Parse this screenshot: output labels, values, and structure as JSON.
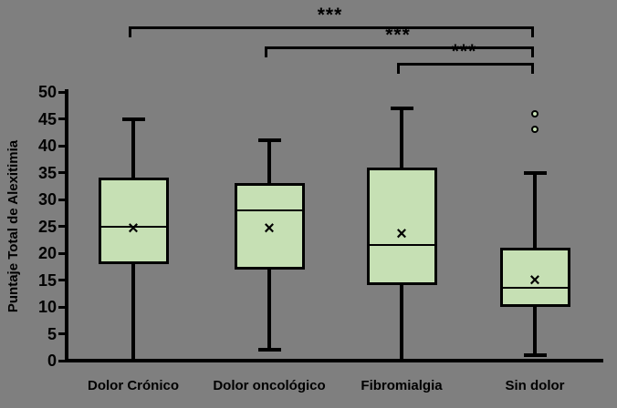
{
  "background_color": "#7f7f7f",
  "box_fill_color": "#c6e0b4",
  "line_color": "#000000",
  "chart_data": {
    "type": "box",
    "title": "",
    "xlabel": "",
    "ylabel": "Puntaje Total de Alexitimia",
    "ylim": [
      0,
      50
    ],
    "yticks": [
      0,
      5,
      10,
      15,
      20,
      25,
      30,
      35,
      40,
      45,
      50
    ],
    "grid": false,
    "legend": false,
    "mean_marker": "×",
    "categories": [
      "Dolor Crónico",
      "Dolor oncológico",
      "Fibromialgia",
      "Sin dolor"
    ],
    "boxes": [
      {
        "label": "Dolor Crónico",
        "whisker_low": 0,
        "q1": 18,
        "median": 25,
        "q3": 34,
        "whisker_high": 45,
        "mean": 24.5,
        "outliers": []
      },
      {
        "label": "Dolor oncológico",
        "whisker_low": 2,
        "q1": 17,
        "median": 28,
        "q3": 33,
        "whisker_high": 41,
        "mean": 24.5,
        "outliers": []
      },
      {
        "label": "Fibromialgia",
        "whisker_low": 0,
        "q1": 14,
        "median": 21.5,
        "q3": 36,
        "whisker_high": 47,
        "mean": 23.5,
        "outliers": []
      },
      {
        "label": "Sin dolor",
        "whisker_low": 1,
        "q1": 10,
        "median": 13.5,
        "q3": 21,
        "whisker_high": 35,
        "mean": 15,
        "outliers": [
          43,
          46
        ]
      }
    ],
    "significance_brackets": [
      {
        "from": "Dolor Crónico",
        "to": "Sin dolor",
        "from_index": 0,
        "to_index": 3,
        "label": "***"
      },
      {
        "from": "Dolor oncológico",
        "to": "Sin dolor",
        "from_index": 1,
        "to_index": 3,
        "label": "***"
      },
      {
        "from": "Fibromialgia",
        "to": "Sin dolor",
        "from_index": 2,
        "to_index": 3,
        "label": "***"
      }
    ]
  }
}
